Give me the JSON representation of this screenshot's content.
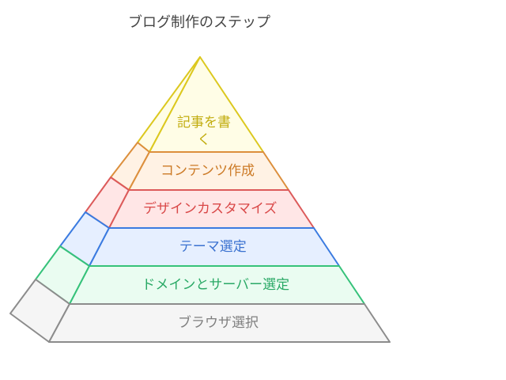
{
  "title": "ブログ制作のステップ",
  "tiers": [
    {
      "label_lines": [
        "記事を書",
        "く"
      ],
      "fill": "#fffde6",
      "stroke": "#dcc81f",
      "text_color": "#c2ad10"
    },
    {
      "label_lines": [
        "コンテンツ作成"
      ],
      "fill": "#fff2e4",
      "stroke": "#dc8f3c",
      "text_color": "#cc7a26"
    },
    {
      "label_lines": [
        "デザインカスタマイズ"
      ],
      "fill": "#ffe6e6",
      "stroke": "#dc5a5a",
      "text_color": "#d94848"
    },
    {
      "label_lines": [
        "テーマ選定"
      ],
      "fill": "#e6efff",
      "stroke": "#3b7be0",
      "text_color": "#3b72d0"
    },
    {
      "label_lines": [
        "ドメインとサーバー選定"
      ],
      "fill": "#eafcf1",
      "stroke": "#36c27a",
      "text_color": "#2aa966"
    },
    {
      "label_lines": [
        "ブラウザ選択"
      ],
      "fill": "#f5f5f5",
      "stroke": "#8c8c8c",
      "text_color": "#808080"
    }
  ]
}
